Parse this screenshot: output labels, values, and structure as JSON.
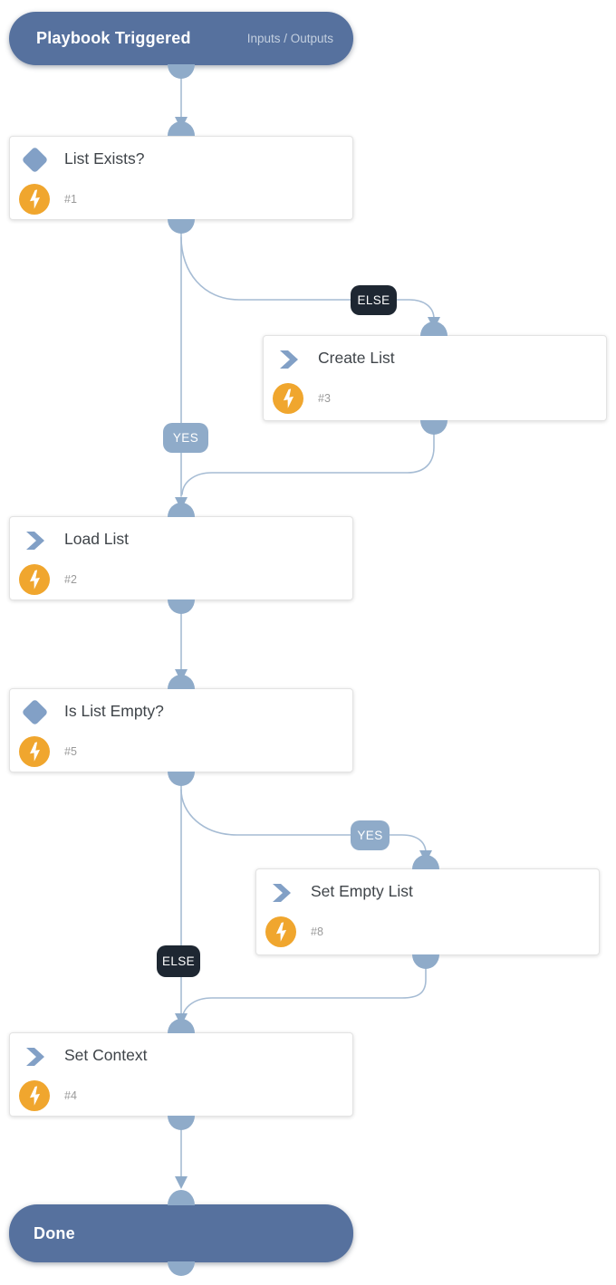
{
  "start_node": {
    "title": "Playbook Triggered",
    "io_label": "Inputs / Outputs"
  },
  "end_node": {
    "title": "Done"
  },
  "tasks": {
    "list_exists": {
      "title": "List Exists?",
      "id": "#1",
      "type": "condition"
    },
    "create_list": {
      "title": "Create List",
      "id": "#3",
      "type": "task"
    },
    "load_list": {
      "title": "Load List",
      "id": "#2",
      "type": "task"
    },
    "is_list_empty": {
      "title": "Is List Empty?",
      "id": "#5",
      "type": "condition"
    },
    "set_empty_list": {
      "title": "Set Empty List",
      "id": "#8",
      "type": "task"
    },
    "set_context": {
      "title": "Set Context",
      "id": "#4",
      "type": "task"
    }
  },
  "edge_labels": {
    "else_to_create_list": "ELSE",
    "yes_to_load_list": "YES",
    "yes_to_set_empty_list": "YES",
    "else_to_set_context": "ELSE"
  },
  "colors": {
    "terminal_pill": "#56719e",
    "connector": "#8fabc9",
    "edge_line": "#a6bcd4",
    "label_dark": "#1e2732",
    "label_light": "#8fabc9",
    "automation_orange": "#f0a62e",
    "icon_blue": "#82a0c6",
    "title_text": "#3f4449",
    "id_text": "#9a9a9a"
  }
}
